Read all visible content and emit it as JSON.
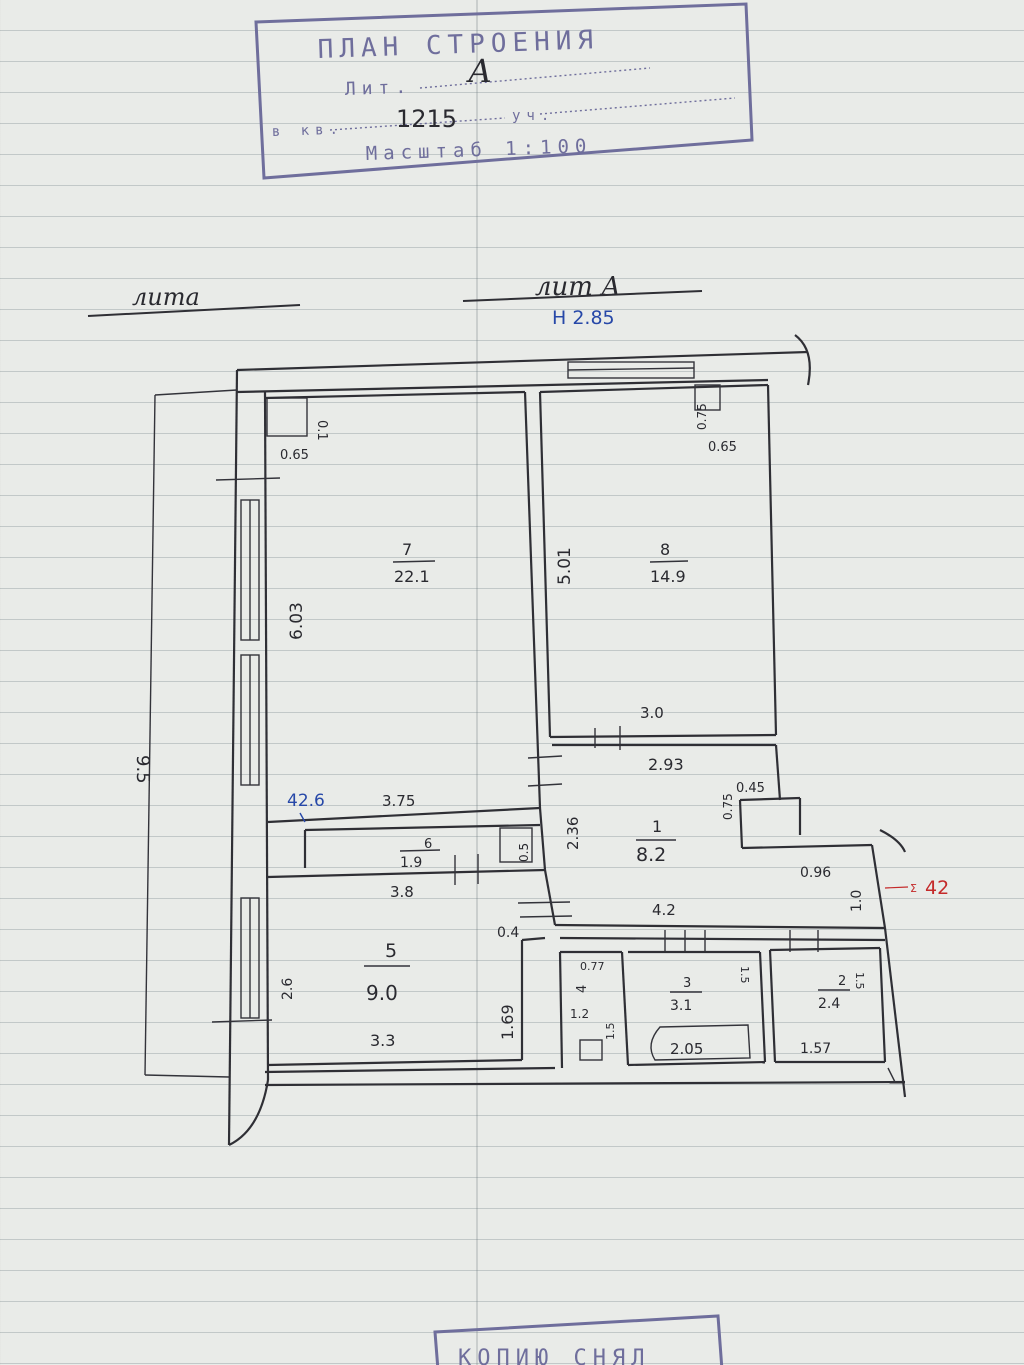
{
  "stamp": {
    "title": "ПЛАН СТРОЕНИЯ",
    "lit_label": "Лит.",
    "lit_value": "А",
    "kv_label": "в кв.",
    "kv_value": "1215",
    "uch_label": "уч.",
    "scale": "Масштаб 1:100"
  },
  "headings": {
    "left": "лита",
    "right": "лит А",
    "height": "Н 2.85"
  },
  "rooms": [
    {
      "id": "7",
      "number": "7",
      "area": "22.1"
    },
    {
      "id": "8",
      "number": "8",
      "area": "14.9"
    },
    {
      "id": "1",
      "number": "1",
      "area": "8.2"
    },
    {
      "id": "6",
      "number": "6",
      "area": "1.9"
    },
    {
      "id": "5",
      "number": "5",
      "area": "9.0"
    },
    {
      "id": "4",
      "number": "4",
      "area": "1.2"
    },
    {
      "id": "3",
      "number": "3",
      "area": "3.1"
    },
    {
      "id": "2",
      "number": "2",
      "area": "2.4"
    }
  ],
  "dimensions": {
    "d_0_65": "0.65",
    "d_0_1": "0.1",
    "d_0_75": "0.75",
    "d_0_65b": "0.65",
    "d_6_03": "6.03",
    "d_5_01": "5.01",
    "d_9_5": "9.5",
    "d_3_0": "3.0",
    "d_2_93": "2.93",
    "d_3_75": "3.75",
    "d_2_36": "2.36",
    "d_0_45": "0.45",
    "d_0_75b": "0.75",
    "d_0_5": "0.5",
    "d_0_96": "0.96",
    "d_1_0": "1.0",
    "d_3_8": "3.8",
    "d_4_2": "4.2",
    "d_0_4": "0.4",
    "d_2_6": "2.6",
    "d_1_69": "1.69",
    "d_3_3": "3.3",
    "d_0_77": "0.77",
    "d_1_5": "1.5",
    "d_1_5b": "1.5",
    "d_1_5c": "1.5",
    "d_2_05": "2.05",
    "d_1_57": "1.57"
  },
  "totals": {
    "living": "42.6",
    "total": "42"
  },
  "bottom_stamp": "КОПИЮ СНЯЛ",
  "colors": {
    "stamp": "#6f6e9c",
    "blue_ink": "#2748a8",
    "red_ink": "#c42a2a",
    "pencil": "#2f2f35"
  }
}
